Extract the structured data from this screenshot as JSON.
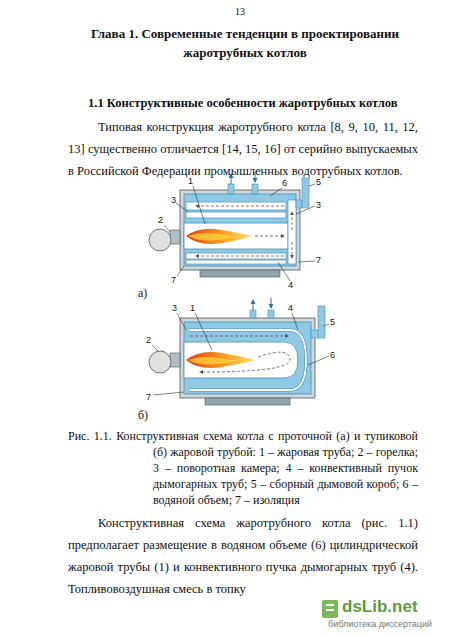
{
  "diagram": {
    "title": "Глава 1. Современные тенденции в проектировании жаротрубных котлов",
    "caption": "Рис. 1.1. Конструктивная схема котла с проточной (а) и тупиковой (б) жаровой трубой: 1 – жаровая труба; 2 – горелка; 3 – поворотная камера; 4 – конвективный пучок дымогарных труб; 5 – сборный дымовой короб; 6 – водяной объем; 7 – изоляция",
    "labels": [
      "13",
      "1.1 Конструктивные особенности жаротрубных котлов",
      "Типовая конструкция жаротрубного котла [8, 9, 10, 11, 12, 13] существенно отличается [14, 15, 16] от серийно выпускаемых в Российской Федерации промышленных водотрубных котлов.",
      "1",
      "3",
      "2",
      "6",
      "5",
      "3",
      "7",
      "7",
      "4",
      "а)",
      "3",
      "1",
      "2",
      "4",
      "5",
      "6",
      "7",
      "б)",
      "Конструктивная схема жаротрубного котла (рис. 1.1) предполагает размещение в водяном объеме (6) цилиндрической жаровой трубы (1) и конвективного пучка дымогарных труб (4). Топливовоздушная смесь в топку",
      "dsLib.net",
      "библиотека диссертаций"
    ]
  }
}
